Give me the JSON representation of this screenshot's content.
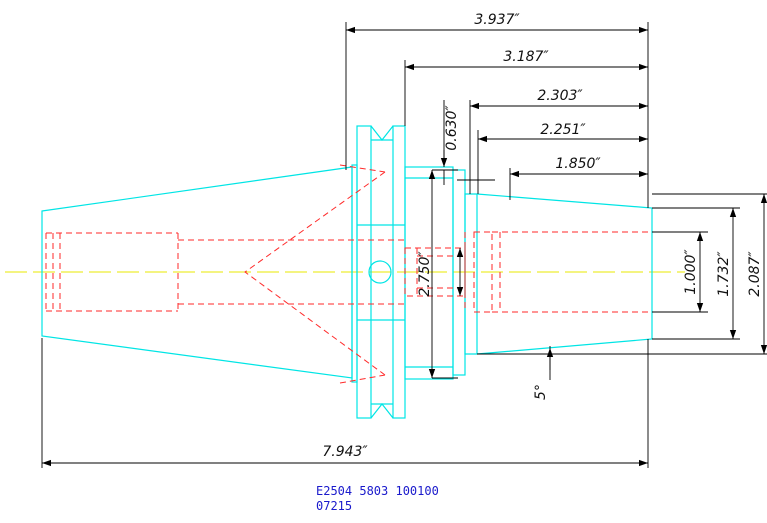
{
  "dimensions": {
    "overall_length": "7.943″",
    "flange_to_end": "3.937″",
    "shank_length": "3.187″",
    "bore_depth_a": "2.303″",
    "bore_depth_b": "2.251″",
    "bore_depth_c": "1.850″",
    "flange_step": "0.630″",
    "flange_dia": "2.750″",
    "bore_dia": "1.000″",
    "counterbore_dia": "1.732″",
    "nose_dia": "2.087″",
    "taper_angle": "5°"
  },
  "reference": {
    "line1": "E2504  5803  100100",
    "line2": "07215"
  },
  "colors": {
    "outline": "#00e5e5",
    "hidden": "#ff2a2a",
    "centerline": "#e8e800",
    "dimension": "#000000",
    "ref_text": "#1a1acc"
  }
}
